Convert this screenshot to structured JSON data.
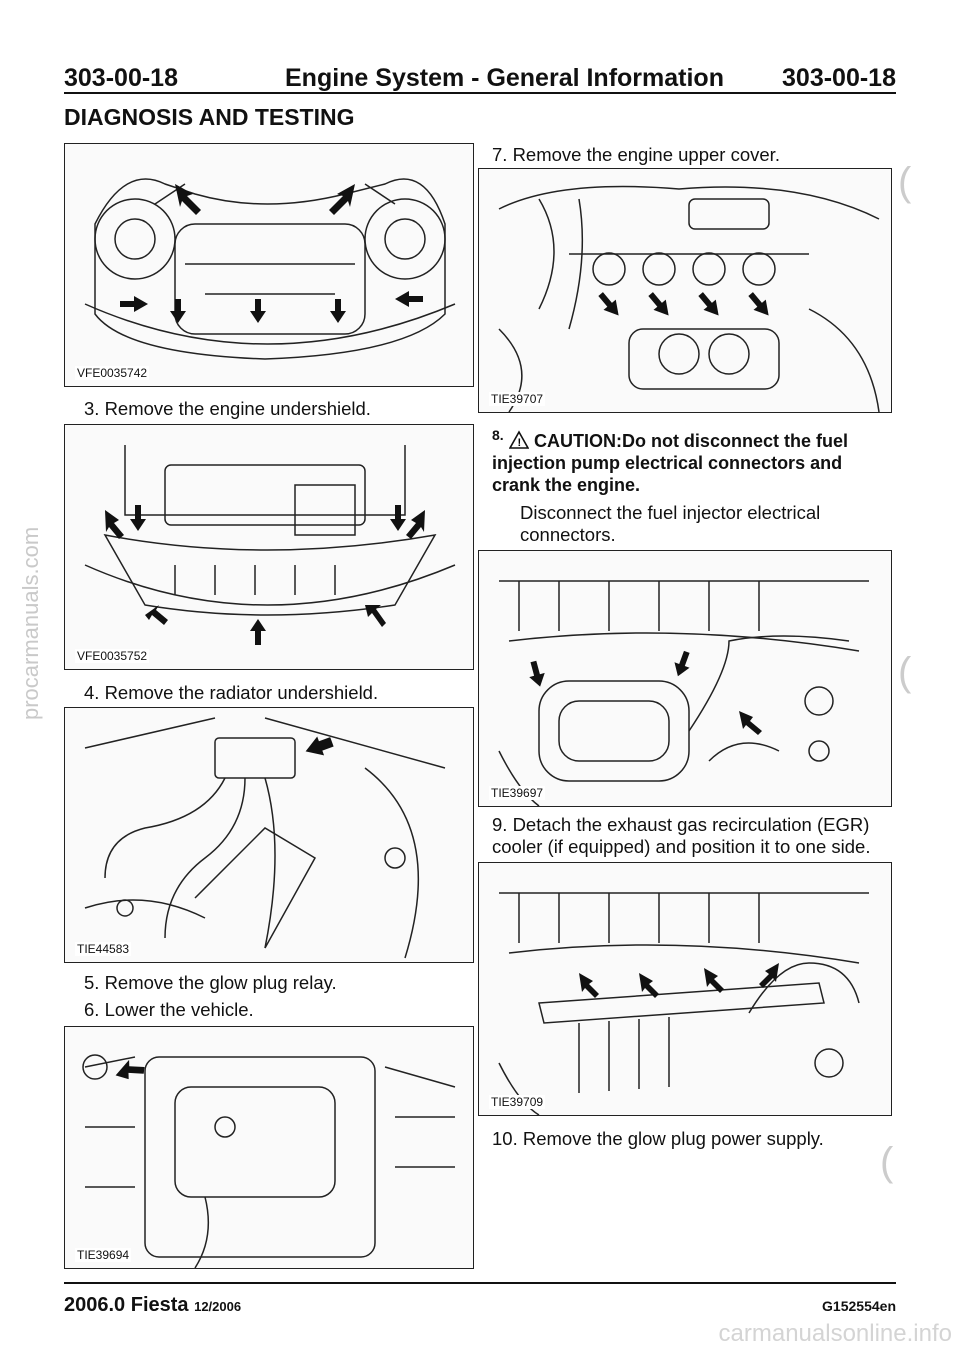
{
  "header": {
    "left_code": "303-00-18",
    "title": "Engine System - General Information",
    "right_code": "303-00-18"
  },
  "section": "DIAGNOSIS AND TESTING",
  "sidebar_watermark": "procarmanuals.com",
  "bottom_watermark": "carmanualsonline.info",
  "figures": {
    "f1": "VFE0035742",
    "f2": "VFE0035752",
    "f3": "TIE44583",
    "f4": "TIE39694",
    "f5": "TIE39707",
    "f6": "TIE39697",
    "f7": "TIE39709"
  },
  "steps": {
    "s3": "3. Remove the engine undershield.",
    "s4": "4. Remove the radiator undershield.",
    "s5": "5. Remove the glow plug relay.",
    "s6": "6. Lower the vehicle.",
    "s7": "7. Remove the engine upper cover.",
    "s8_num": "8.",
    "s8_caution": "CAUTION:Do not disconnect the fuel injection pump electrical connectors and crank the engine.",
    "s8_text": "Disconnect the fuel injector electrical connectors.",
    "s9": "9. Detach the exhaust gas recirculation (EGR) cooler (if equipped) and position it to one side.",
    "s10": "10. Remove the glow plug power supply."
  },
  "footer": {
    "model": "2006.0 Fiesta",
    "date": "12/2006",
    "code": "G152554en"
  }
}
